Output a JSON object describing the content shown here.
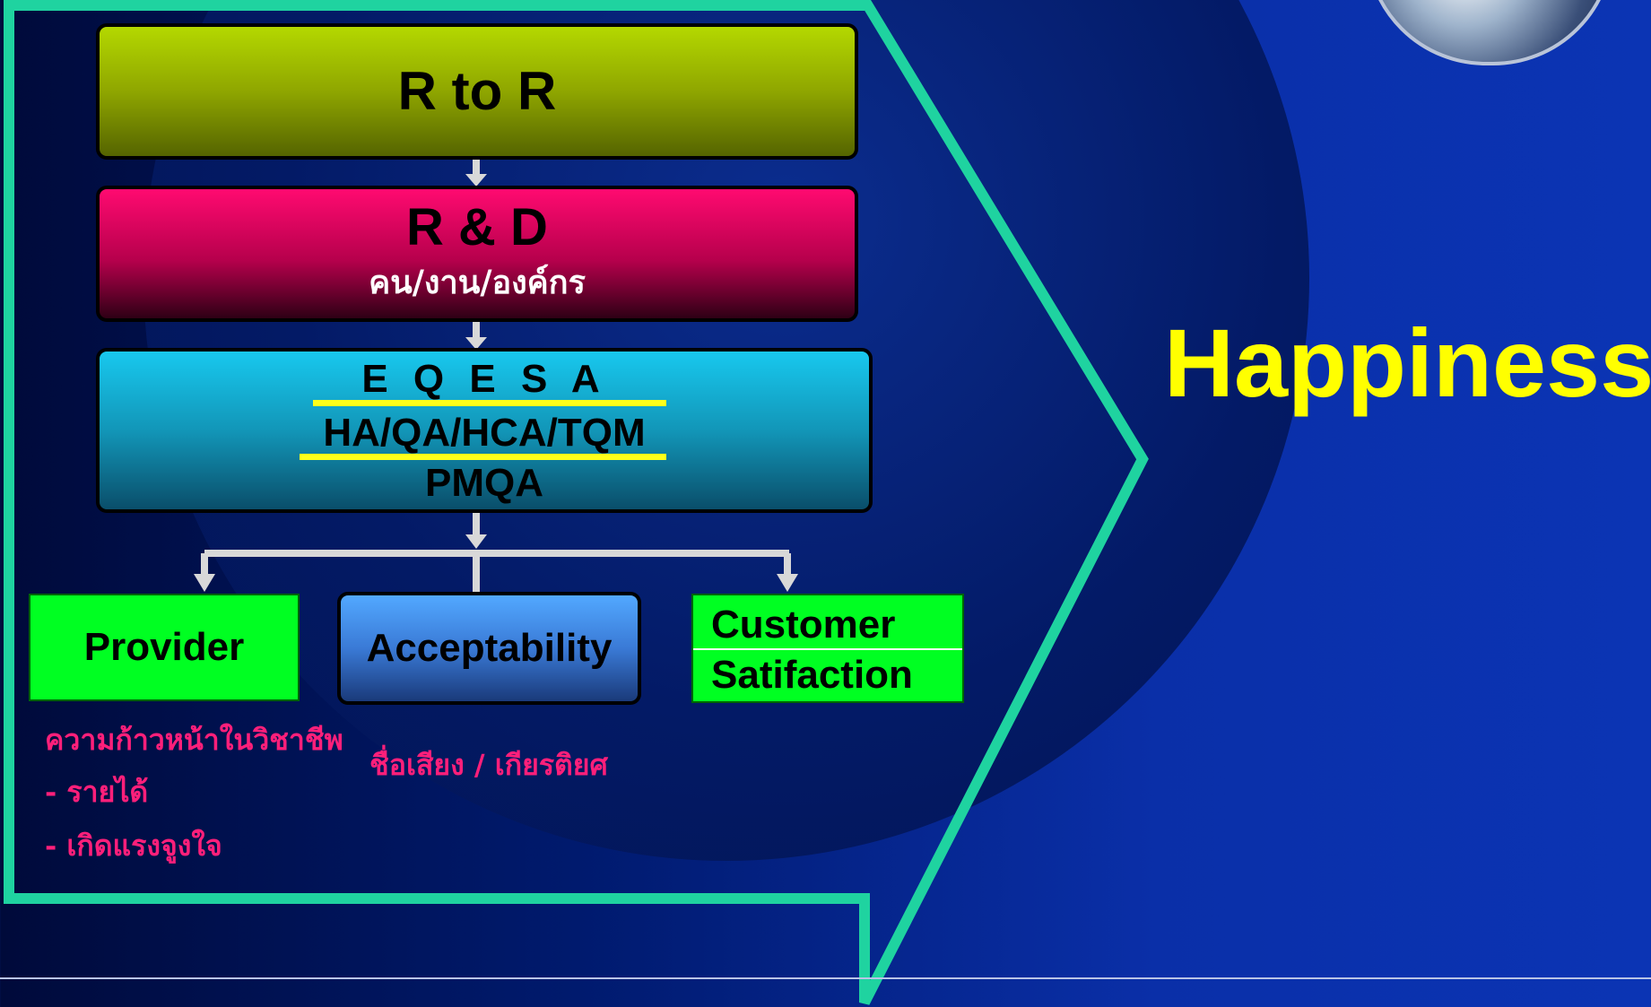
{
  "diagram": {
    "r_to_r": "R to R",
    "r_and_d": {
      "title": "R & D",
      "subtitle": "คน/งาน/องค์กร"
    },
    "eqesa": {
      "line1": "E Q E S A",
      "line2": "HA/QA/HCA/TQM",
      "line3": "PMQA"
    },
    "provider": "Provider",
    "acceptability": "Acceptability",
    "customer_satisfaction": {
      "line1": "Customer",
      "line2": "Satifaction"
    },
    "provider_notes": [
      "ความก้าวหน้าในวิชาชีพ",
      "- รายได้",
      "- เกิดแรงจูงใจ"
    ],
    "acceptability_note": "ชื่อเสียง / เกียรติยศ",
    "result": "Happiness"
  },
  "colors": {
    "frame": "#1fd3a0",
    "arrows": "#d8d8d8",
    "happiness": "#ffff00",
    "notes": "#ff1f7a"
  }
}
